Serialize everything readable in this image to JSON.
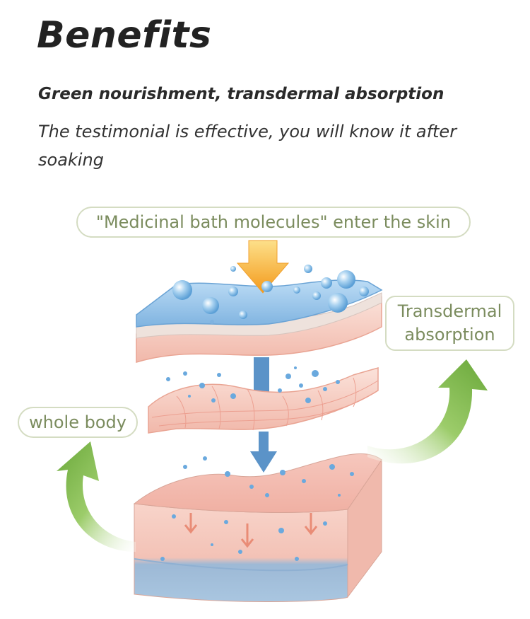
{
  "header": {
    "title": "Benefits",
    "subtitle": "Green nourishment, transdermal absorption",
    "description": "The testimonial is effective, you will know it after soaking"
  },
  "diagram": {
    "top_label": "\"Medicinal bath molecules\" enter the skin",
    "right_label": "Transdermal absorption",
    "left_label": "whole body"
  },
  "colors": {
    "title_text": "#222222",
    "label_text": "#7b8c5e",
    "label_border": "#d4dcc2",
    "water_blue": "#8fc1e8",
    "skin_pink": "#f4c3b8",
    "arrow_orange": "#f6a623",
    "arrow_green": "#7fb84a",
    "flow_arrow_blue": "#5b93c8"
  }
}
